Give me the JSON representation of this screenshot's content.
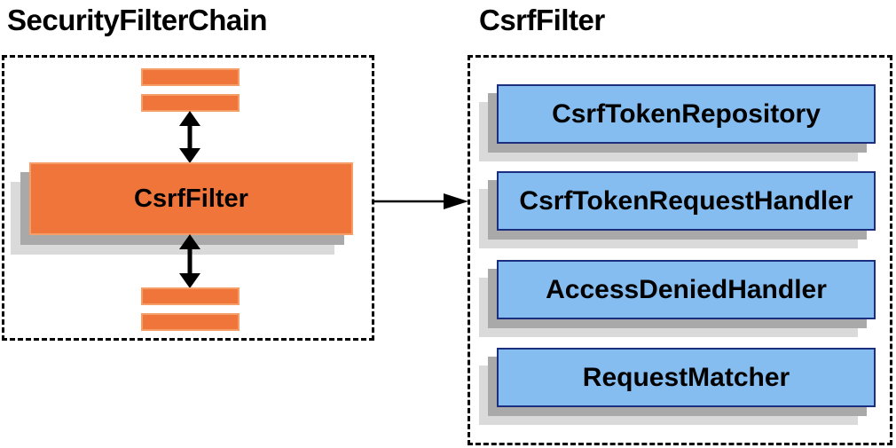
{
  "left_panel": {
    "title": "SecurityFilterChain",
    "csrf_filter_label": "CsrfFilter"
  },
  "right_panel": {
    "title": "CsrfFilter",
    "components": [
      {
        "label": "CsrfTokenRepository"
      },
      {
        "label": "CsrfTokenRequestHandler"
      },
      {
        "label": "AccessDeniedHandler"
      },
      {
        "label": "RequestMatcher"
      }
    ]
  },
  "icons": {
    "bidirectional_arrow": "up-down-arrow",
    "flow_arrow": "right-arrow"
  },
  "colors": {
    "orange_fill": "#F0753A",
    "orange_border": "#F59E67",
    "blue_fill": "#85BDF0",
    "blue_border": "#1B2F7E",
    "shadow_dark": "#A9A9A9",
    "shadow_light": "#DADADA",
    "dashed_border": "#000000",
    "arrow": "#000000",
    "text": "#000000",
    "background": "#FFFFFF"
  }
}
